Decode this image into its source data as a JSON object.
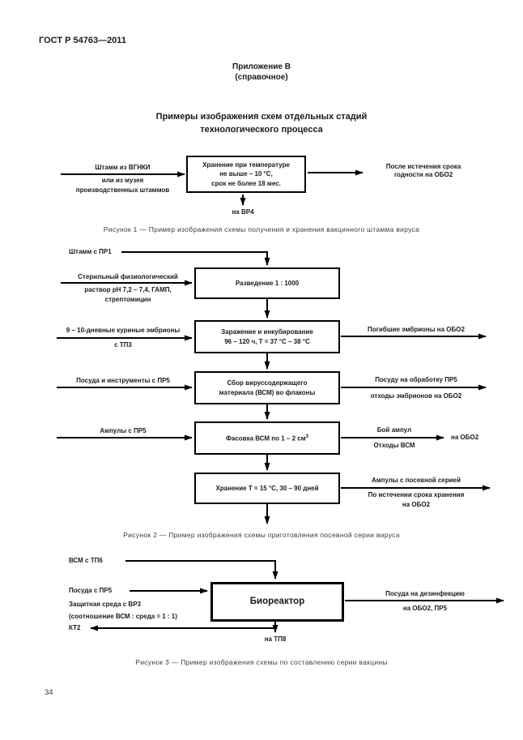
{
  "colors": {
    "ink": "#1a1a1a",
    "paper": "#ffffff"
  },
  "page": {
    "doc_number": "ГОСТ Р 54763—2011",
    "appendix": "Приложение В",
    "appendix_note": "(справочное)",
    "title_line1": "Примеры изображения схем отдельных стадий",
    "title_line2": "технологического процесса",
    "page_number": "34"
  },
  "figure1": {
    "input_line1": "Штамм из ВГНКИ",
    "input_line2": "или из музея",
    "input_line3": "производственных штаммов",
    "box_line1": "Хранение при температуре",
    "box_line2": "не выше – 10 °С,",
    "box_line3": "срок не более 18 мес.",
    "output_line1": "После истечения срока",
    "output_line2": "годности на ОБО2",
    "down_label": "на ВР4",
    "caption": "Рисунок 1 — Пример изображения схемы получения и хранения вакцинного штамма вируса"
  },
  "figure2": {
    "top_input": "Штамм с ПР1",
    "box1": "Разведение 1 : 1000",
    "box1_input_line1": "Стерильный физиологический",
    "box1_input_line2": "раствор pH 7,2 – 7,4, ГАМП,",
    "box1_input_line3": "стрептомицин",
    "box2_line1": "Заражение и инкубирование",
    "box2_line2": "96 – 120 ч, Т = 37 °С – 38 °С",
    "box2_input_line1": "9 – 10-дневные куриные эмбрионы",
    "box2_input_line2": "с ТП3",
    "box2_output": "Погибшие эмбрионы на ОБО2",
    "box3_line1": "Сбор вируссодержащего",
    "box3_line2": "материала (ВСМ) во флаконы",
    "box3_input": "Посуда и инструменты с ПР5",
    "box3_output_line1": "Посуду на обработку ПР5",
    "box3_output_line2": "отходы эмбрионов на ОБО2",
    "box4_text": "Фасовка ВСМ по 1 – 2 см",
    "box4_sup": "3",
    "box4_input": "Ампулы с ПР5",
    "box4_output_top": "Бой ампул",
    "box4_output_bottom": "Отходы ВСМ",
    "box4_output_dest": "на ОБО2",
    "box5": "Хранение Т = 15 °С, 30 – 90 дней",
    "box5_output_top": "Ампулы с посевной серией",
    "box5_output_bottom1": "По истечении срока хранения",
    "box5_output_bottom2": "на ОБО2",
    "caption": "Рисунок 2 — Пример изображения схемы приготовления посевной серии вируса"
  },
  "figure3": {
    "top_input": "ВСМ с ТП6",
    "left_line1": "Посуда с ПР5",
    "left_line2": "Защитная среда с ВР3",
    "left_line3": "(соотношение ВСМ : среда = 1 : 1)",
    "box": "Биореактор",
    "output_line1": "Посуда на дезинфекцию",
    "output_line2": "на ОБО2, ПР5",
    "kt_label": "КТ2",
    "down_label": "на ТП8",
    "caption": "Рисунок 3 — Пример изображения схемы по составлению серии вакцины"
  }
}
